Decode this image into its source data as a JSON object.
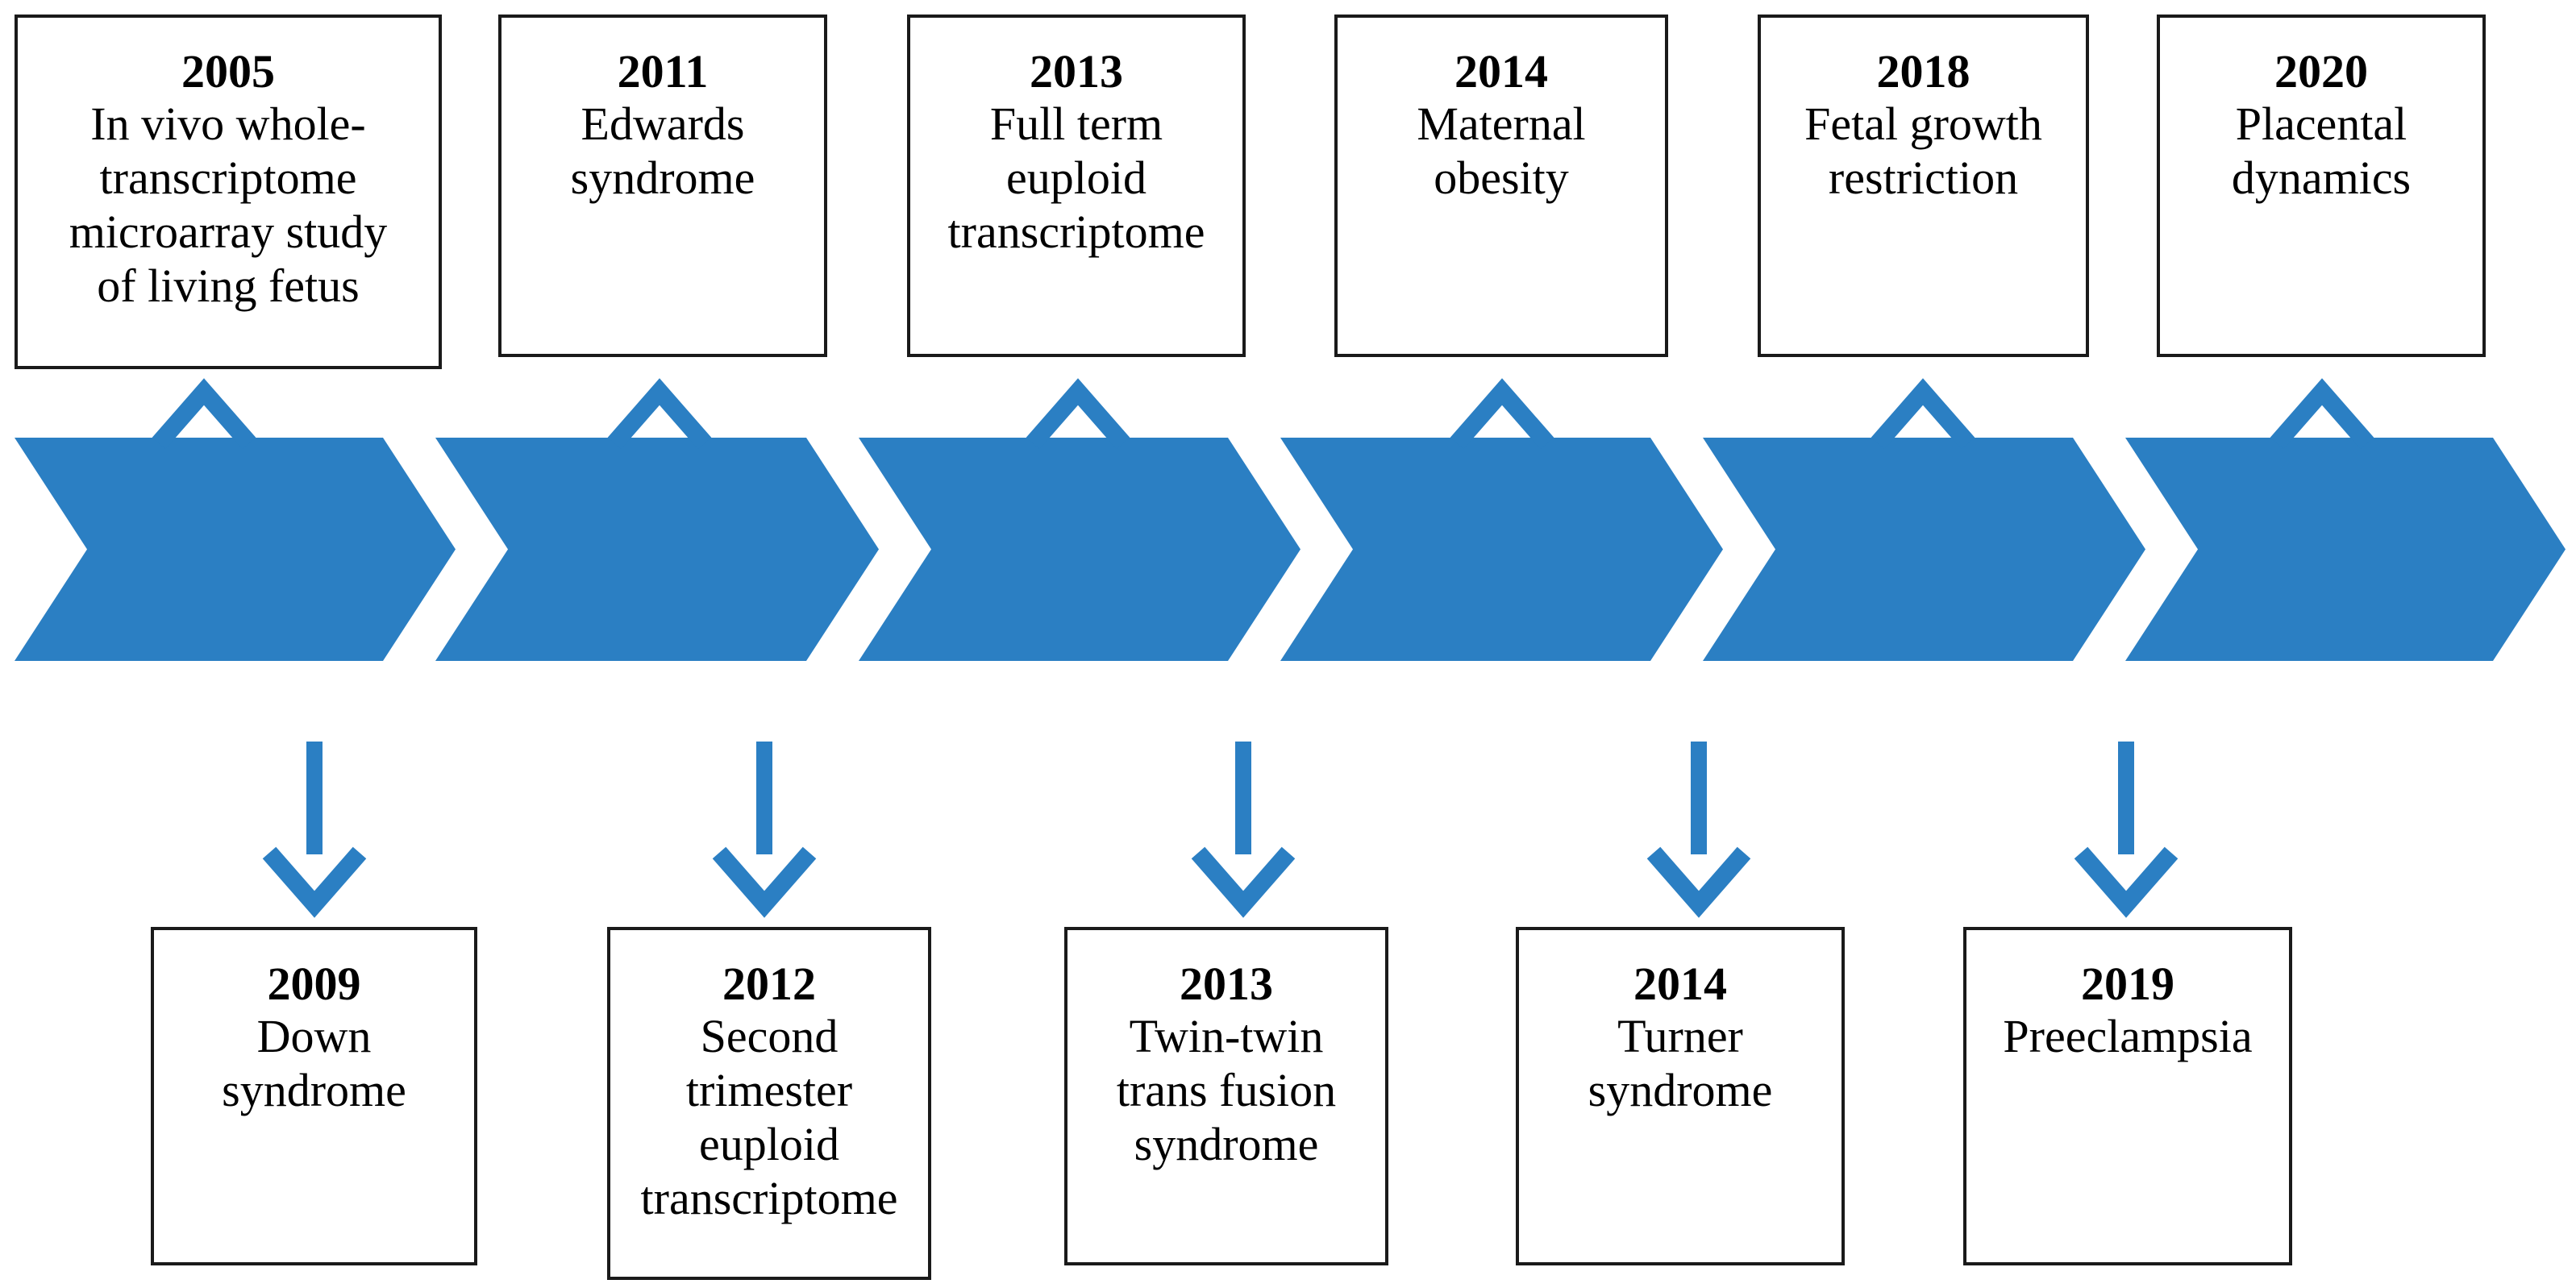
{
  "theme": {
    "arrow_color": "#2b7fc3",
    "border_color": "#1a1a1a",
    "text_color": "#000000"
  },
  "timeline": {
    "segments": 6
  },
  "events_top": [
    {
      "year": "2005",
      "text": "In vivo whole-\ntranscriptome\nmicroarray study\nof living fetus"
    },
    {
      "year": "2011",
      "text": "Edwards\nsyndrome"
    },
    {
      "year": "2013",
      "text": "Full term\neuploid\ntranscriptome"
    },
    {
      "year": "2014",
      "text": "Maternal\nobesity"
    },
    {
      "year": "2018",
      "text": "Fetal growth\nrestriction"
    },
    {
      "year": "2020",
      "text": "Placental\ndynamics"
    }
  ],
  "events_bottom": [
    {
      "year": "2009",
      "text": "Down\nsyndrome"
    },
    {
      "year": "2012",
      "text": "Second\ntrimester\neuploid\ntranscriptome"
    },
    {
      "year": "2013",
      "text": "Twin-twin\ntrans fusion\nsyndrome"
    },
    {
      "year": "2014",
      "text": "Turner\nsyndrome"
    },
    {
      "year": "2019",
      "text": "Preeclampsia"
    }
  ]
}
